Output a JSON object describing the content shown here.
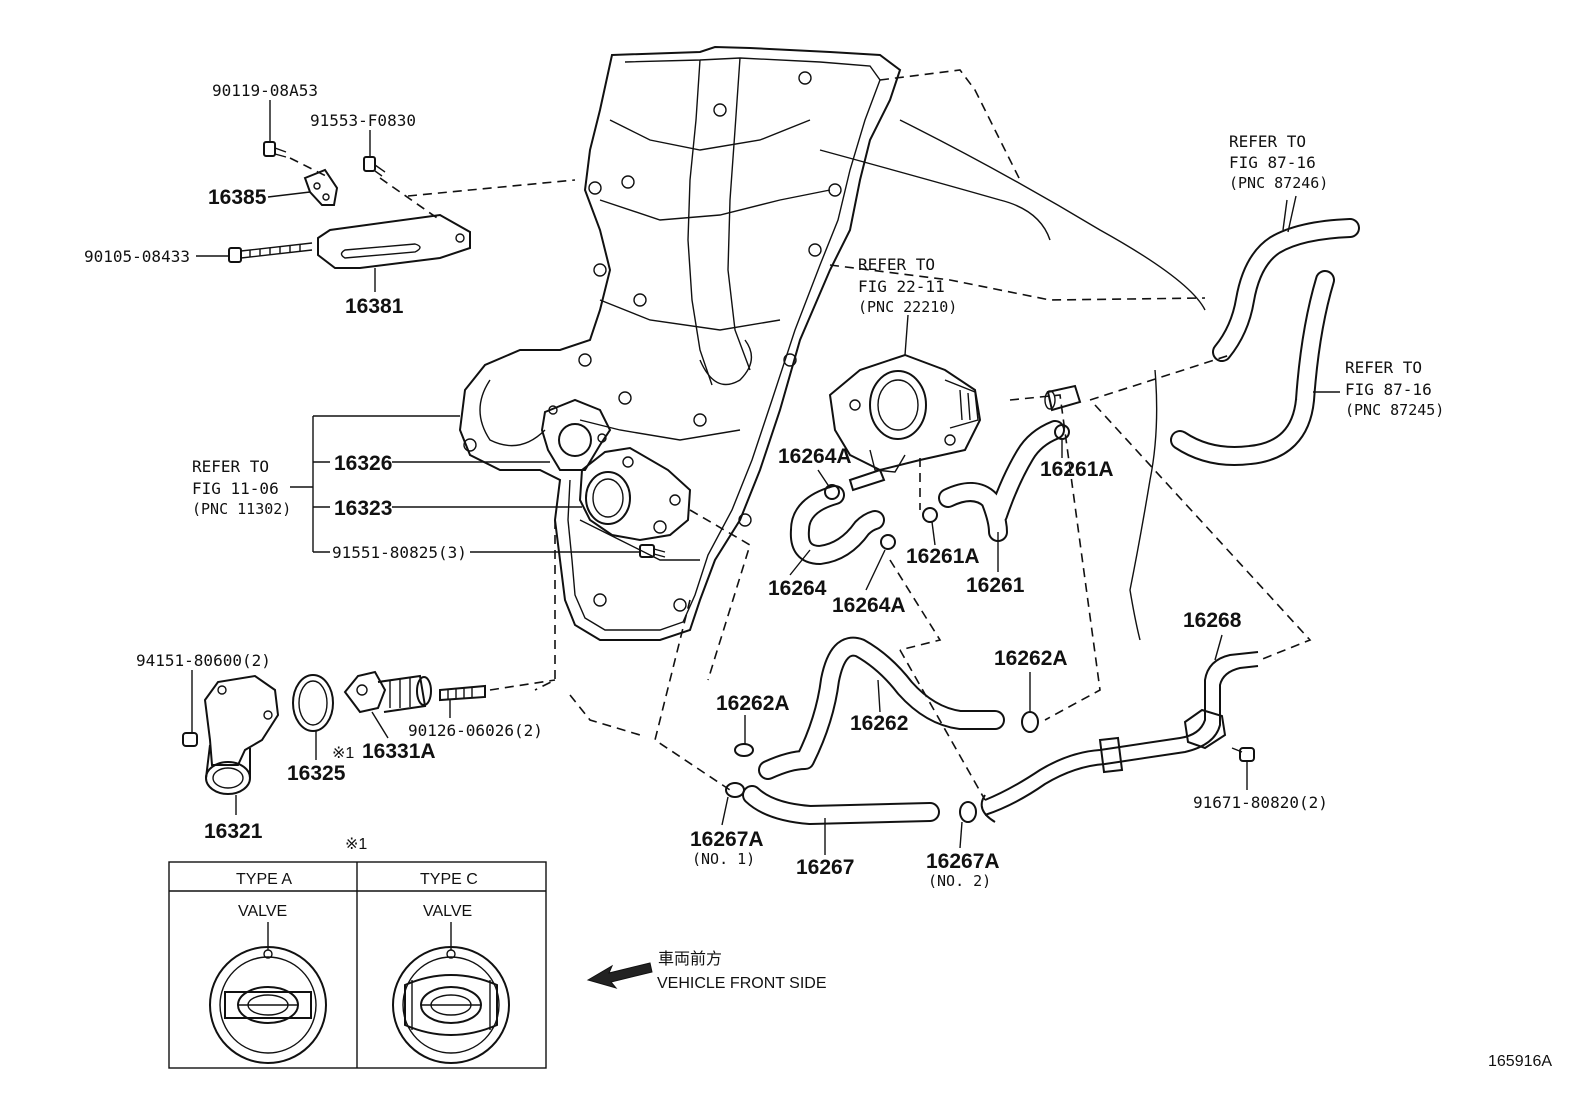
{
  "labels": {
    "bolt_top": "90119-08A53",
    "bolt_stud": "91553-F0830",
    "bracket_small": "16385",
    "bolt_long": "90105-08433",
    "bracket": "16381",
    "refer_engine_1": "REFER TO",
    "refer_engine_2": "FIG 11-06",
    "refer_engine_3": "(PNC 11302)",
    "gasket": "16326",
    "water_inlet": "16323",
    "bolt_inlet": "91551-80825(3)",
    "bolt_cover": "94151-80600(2)",
    "inlet_cover": "16321",
    "gasket_ring": "16325",
    "thermostat_mark": "※1",
    "thermostat": "16331A",
    "stud": "90126-06026(2)",
    "refer_throttle_1": "REFER TO",
    "refer_throttle_2": "FIG 22-11",
    "refer_throttle_3": "(PNC 22210)",
    "clamp_16264a_top": "16264A",
    "hose_16264": "16264",
    "clamp_16264a_bottom": "16264A",
    "clamp_16261a_left": "16261A",
    "hose_16261": "16261",
    "clamp_16261a_right": "16261A",
    "refer_radiator_top_1": "REFER TO",
    "refer_radiator_top_2": "FIG 87-16",
    "refer_radiator_top_3": "(PNC 87246)",
    "refer_radiator_right_1": "REFER TO",
    "refer_radiator_right_2": "FIG 87-16",
    "refer_radiator_right_3": "(PNC 87245)",
    "clamp_16262a_left": "16262A",
    "hose_16262": "16262",
    "clamp_16262a_right": "16262A",
    "pipe_16268": "16268",
    "bolt_pipe": "91671-80820(2)",
    "clamp_16267a_no1": "16267A",
    "clamp_16267a_no1_sub": "(NO. 1)",
    "hose_16267": "16267",
    "clamp_16267a_no2": "16267A",
    "clamp_16267a_no2_sub": "(NO. 2)"
  },
  "type_table": {
    "mark": "※1",
    "type_a": "TYPE A",
    "type_c": "TYPE C",
    "valve_a": "VALVE",
    "valve_c": "VALVE"
  },
  "direction": {
    "japanese": "車両前方",
    "english": "VEHICLE FRONT SIDE"
  },
  "figure_id": "165916A"
}
